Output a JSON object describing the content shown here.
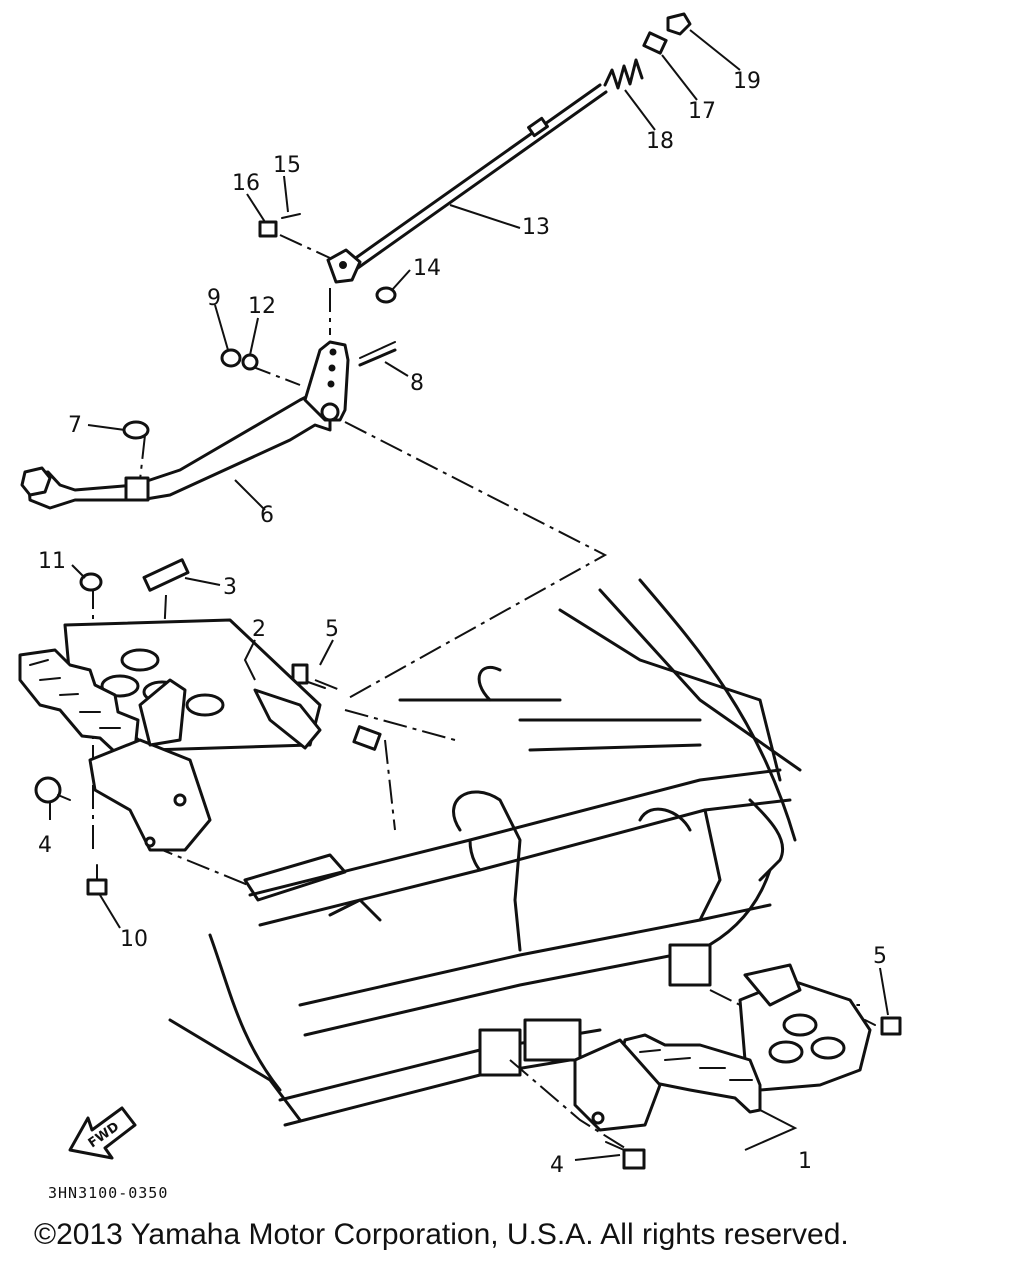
{
  "diagram": {
    "callouts": {
      "c1": "1",
      "c2": "2",
      "c3": "3",
      "c4a": "4",
      "c4b": "4",
      "c5a": "5",
      "c5b": "5",
      "c6": "6",
      "c7": "7",
      "c8": "8",
      "c9": "9",
      "c10": "10",
      "c11": "11",
      "c12": "12",
      "c13": "13",
      "c14": "14",
      "c15": "15",
      "c16": "16",
      "c17": "17",
      "c18": "18",
      "c19": "19"
    },
    "fwd_label": "FWD",
    "drawing_code": "3HN3100-0350"
  },
  "footer": {
    "copyright": "©2013 Yamaha Motor Corporation, U.S.A. All rights reserved."
  }
}
